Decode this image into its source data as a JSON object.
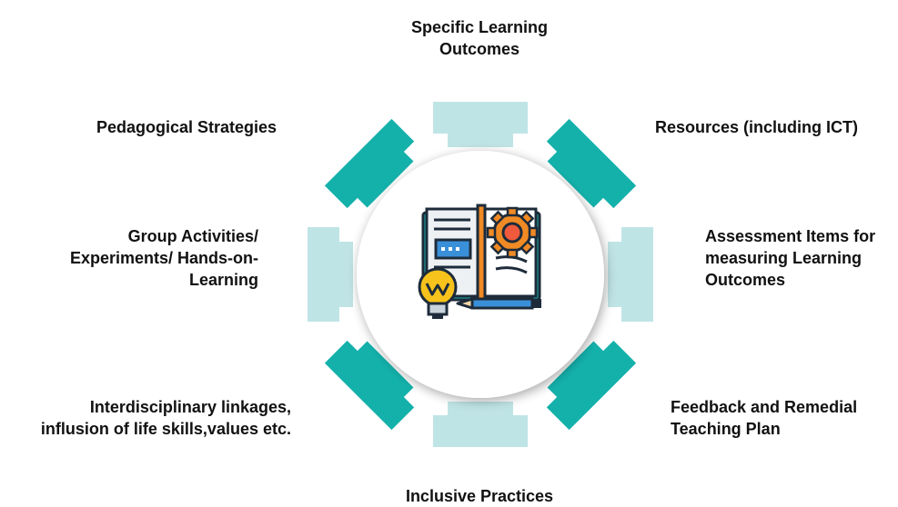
{
  "colors": {
    "dark_teal": "#14b1ab",
    "light_teal": "#bfe4e6",
    "text": "#111111"
  },
  "center_icon": "book-lightbulb-gear-pencil-icon",
  "labels": {
    "top": [
      "Specific Learning",
      "Outcomes"
    ],
    "top_right": [
      "Resources (including ICT)"
    ],
    "right": [
      "Assessment Items for",
      "measuring Learning",
      "Outcomes"
    ],
    "bottom_right": [
      "Feedback and Remedial",
      "Teaching Plan"
    ],
    "bottom": [
      "Inclusive Practices"
    ],
    "bottom_left": [
      "Interdisciplinary linkages,",
      "influsion of life skills,values etc."
    ],
    "left": [
      "Group Activities/",
      "Experiments/ Hands-on-",
      "Learning"
    ],
    "top_left": [
      "Pedagogical Strategies"
    ]
  }
}
